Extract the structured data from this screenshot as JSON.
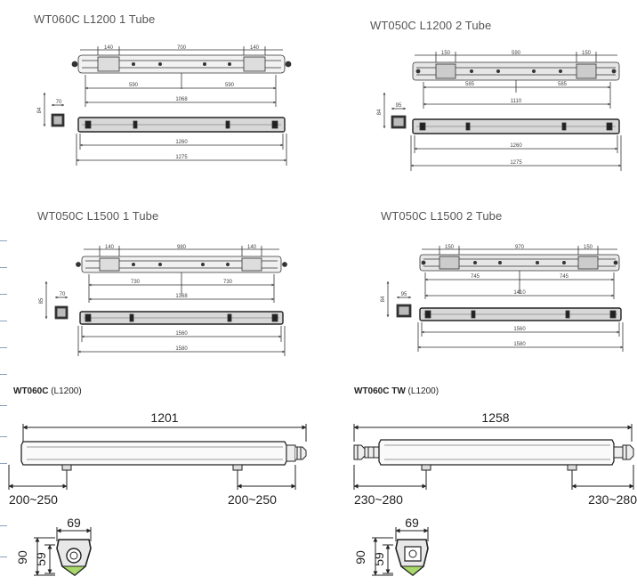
{
  "top_sections": [
    {
      "title": "WT060C L1200 1 Tube",
      "dims": {
        "end_left": "140",
        "center": "700",
        "end_right": "140",
        "half_left": "590",
        "half_right": "590",
        "span": "1068",
        "inner": "1260",
        "overall": "1275",
        "height": "84",
        "depth": "70"
      }
    },
    {
      "title": "WT050C L1200 2 Tube",
      "dims": {
        "end_left": "150",
        "center": "590",
        "end_right": "150",
        "half_left": "585",
        "half_right": "585",
        "span": "1110",
        "inner": "1260",
        "overall": "1275",
        "height": "84",
        "depth": "95"
      }
    },
    {
      "title": "WT050C L1500 1 Tube",
      "dims": {
        "end_left": "140",
        "center": "980",
        "end_right": "140",
        "half_left": "730",
        "half_right": "730",
        "span": "1368",
        "inner": "1560",
        "overall": "1580",
        "height": "85",
        "depth": "70"
      }
    },
    {
      "title": "WT050C L1500 2 Tube",
      "dims": {
        "end_left": "150",
        "center": "970",
        "end_right": "150",
        "half_left": "745",
        "half_right": "745",
        "span": "1410",
        "inner": "1560",
        "overall": "1580",
        "height": "84",
        "depth": "95"
      }
    }
  ],
  "bottom_sections": [
    {
      "caption_bold": "WT060C",
      "caption_rest": " (L1200)",
      "length": "1201",
      "mount_left": "200~250",
      "mount_right": "200~250",
      "width": "69",
      "height_outer": "90",
      "height_inner": "59"
    },
    {
      "caption_bold": "WT060C TW",
      "caption_rest": " (L1200)",
      "length": "1258",
      "mount_left": "230~280",
      "mount_right": "230~280",
      "width": "69",
      "height_outer": "90",
      "height_inner": "59"
    }
  ],
  "colors": {
    "line": "#222222",
    "shade": "#d8d8d8",
    "accent_green": "#a8d86a",
    "edge_tick": "#8aa0c0"
  }
}
